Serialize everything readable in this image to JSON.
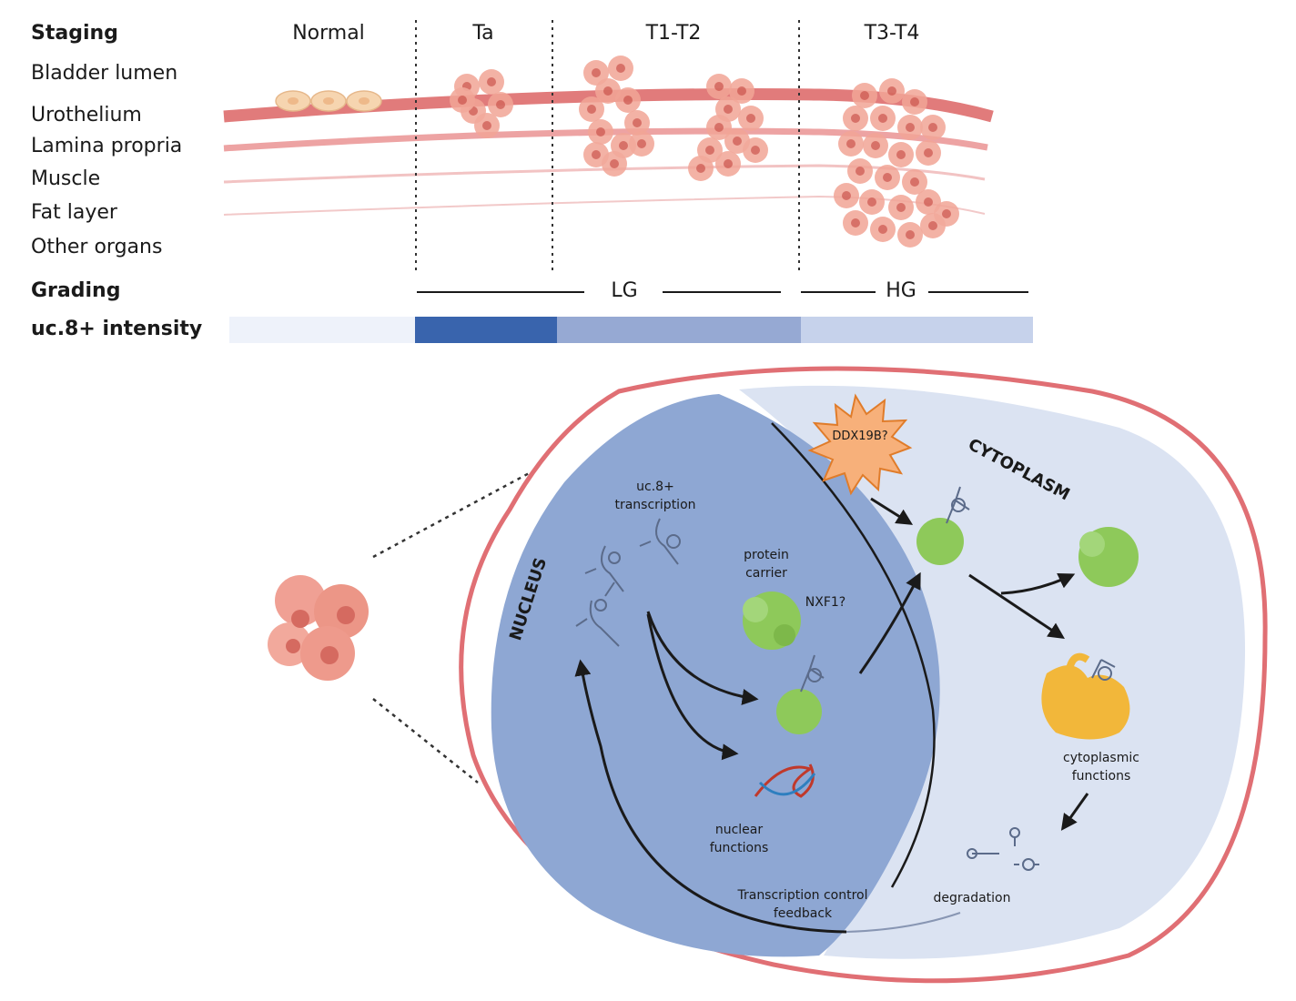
{
  "staging": {
    "title": "Staging",
    "stages": [
      "Normal",
      "Ta",
      "T1-T2",
      "T3-T4"
    ]
  },
  "layers": [
    "Bladder lumen",
    "Urothelium",
    "Lamina propria",
    "Muscle",
    "Fat layer",
    "Other organs"
  ],
  "grading": {
    "title": "Grading",
    "low": "LG",
    "high": "HG"
  },
  "intensity": {
    "title": "uc.8+ intensity",
    "segments": [
      {
        "stage": "Normal",
        "color": "#eef2fa"
      },
      {
        "stage": "Ta",
        "color": "#3964ad"
      },
      {
        "stage": "T1-T2",
        "color": "#96a9d3"
      },
      {
        "stage": "T3-T4",
        "color": "#c6d2eb"
      }
    ]
  },
  "cell": {
    "nucleus": "NUCLEUS",
    "cytoplasm": "CYTOPLASM",
    "transcription": [
      "uc.8+",
      "transcription"
    ],
    "protein_carrier": [
      "protein",
      "carrier"
    ],
    "nxf1": "NXF1?",
    "ddx19b": "DDX19B?",
    "nuclear_functions": [
      "nuclear",
      "functions"
    ],
    "cytoplasmic_functions": [
      "cytoplasmic",
      "functions"
    ],
    "feedback": [
      "Transcription control",
      "feedback"
    ],
    "degradation": "degradation"
  },
  "colors": {
    "urothelium": "#e17b7b",
    "cell_membrane": "#e06f74",
    "nucleus_fill": "#8ea7d3",
    "cytoplasm_fill": "#dbe3f2",
    "protein": "#8ec95a",
    "cyto_protein": "#f2b73a",
    "ddx19b_star": "#f7b07a",
    "tumor": "#ef9f93"
  }
}
